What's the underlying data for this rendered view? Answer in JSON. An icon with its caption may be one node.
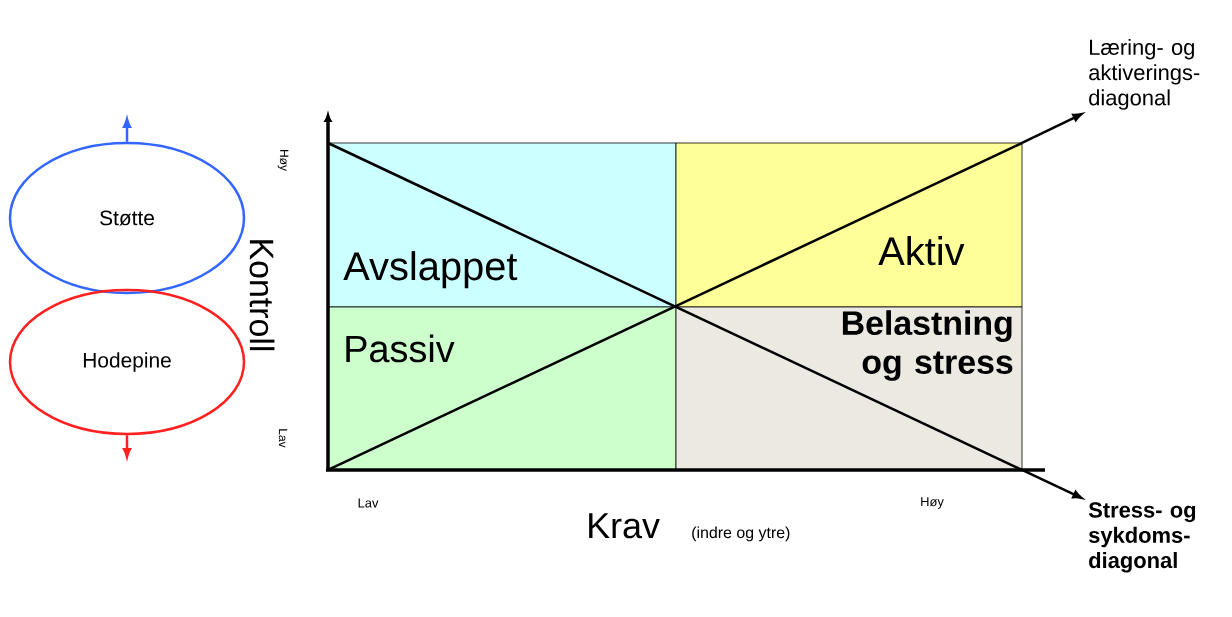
{
  "diagram": {
    "nodes": [
      {
        "text": [
          "Støtte"
        ]
      },
      {
        "text": [
          "Hodepine"
        ]
      },
      {
        "text": [
          "Avslappet"
        ]
      },
      {
        "text": [
          "Aktiv"
        ]
      },
      {
        "text": [
          "Passiv"
        ]
      },
      {
        "text": [
          "Belastning og stress"
        ]
      },
      {
        "text": [
          "Læring- og aktiverings- diagonal"
        ]
      },
      {
        "text": [
          "Stress- og sykdoms- diagonal"
        ]
      }
    ],
    "edges": [
      {
        "from": 0,
        "to": null,
        "arrow": "to",
        "color": "#3366ff"
      },
      {
        "from": 1,
        "to": null,
        "arrow": "to",
        "color": "#ff2020"
      },
      {
        "from": 3,
        "to": 6,
        "arrow": "to"
      },
      {
        "from": 5,
        "to": 7,
        "arrow": "to"
      }
    ],
    "labels": [
      "Høy",
      "Kontroll",
      "Lav",
      "Lav",
      "Høy",
      "Krav",
      "(indre og ytre)"
    ]
  }
}
